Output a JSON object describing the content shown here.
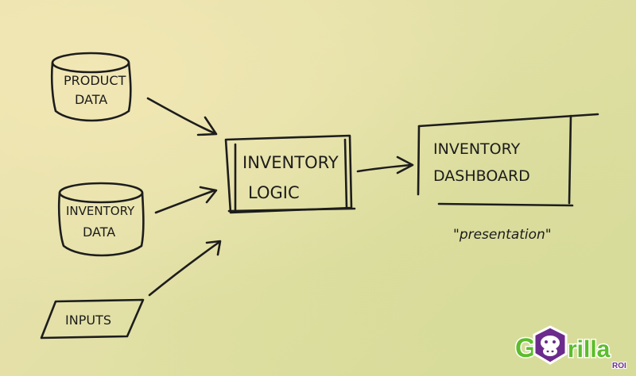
{
  "diagram": {
    "nodes": {
      "product_data": [
        "PRODUCT",
        "DATA"
      ],
      "inventory_data": [
        "INVENTORY",
        "DATA"
      ],
      "inputs": "INPUTS",
      "inventory_logic": [
        "INVENTORY",
        "LOGIC"
      ],
      "inventory_dashboard": [
        "INVENTORY",
        "DASHBOARD"
      ]
    },
    "annotation": "\"presentation\"",
    "edges": [
      {
        "from": "product_data",
        "to": "inventory_logic"
      },
      {
        "from": "inventory_data",
        "to": "inventory_logic"
      },
      {
        "from": "inputs",
        "to": "inventory_logic"
      },
      {
        "from": "inventory_logic",
        "to": "inventory_dashboard"
      }
    ]
  },
  "logo": {
    "wordmark": "Gorilla",
    "sub": "ROI",
    "icon": "gorilla-head-icon",
    "colors": {
      "green": "#5bbd2a",
      "purple": "#6b2a8c",
      "outline": "#ffffff"
    }
  }
}
